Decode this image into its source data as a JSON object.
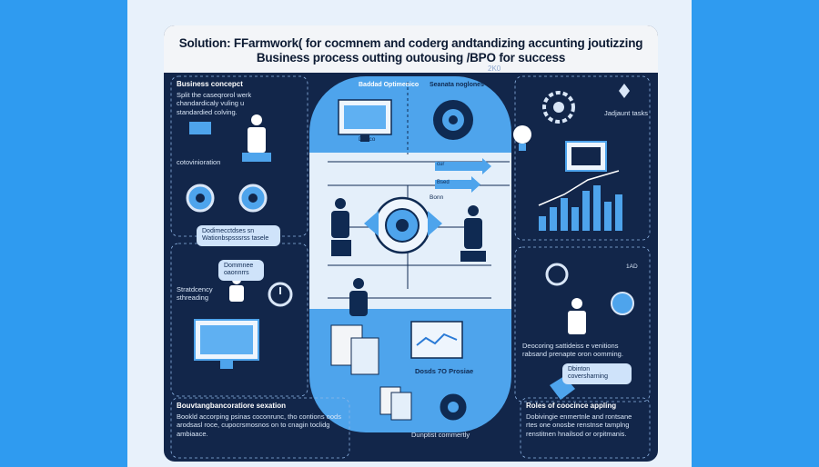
{
  "header": {
    "title": "Solution: FFarmwork( for cocmnem and coderg andtandizing accunting joutizzing",
    "subtitle": "Business process outting outousing /BPO for success",
    "badge": "2K0"
  },
  "labels": {
    "business_concept": "Business concepct",
    "concept_desc": "Split the caseqrorol werk chandardicaly vuling u standardied colving.",
    "coordination": "cotovinioration",
    "process_pill": "Dodimecctdses sn Wationbspsssrss tasele",
    "component_pill": "Dommnee oaonnrrs",
    "efficiency": "Stratdcency sthreading",
    "top_center_left": "Baddad Optimenico",
    "top_center_right": "Seanata noglones",
    "jadjaunt": "Jadjaunt tasks",
    "describe_right": "Deocoring sattideiss e venitions rabsand prenapte oron oomming.",
    "right_pill": "Dbinton coversharning",
    "bottom_center": "Dosds 7O Prosiae",
    "bottom_doc": "Dunptist commertly",
    "bottom_left_title": "Bouvtangbancoratiore sexation",
    "bottom_left_desc": "Bookld accorping psinas coconrunc, tho contions oods arodsasl roce, cupocrsmosnos on to cnagin toclidg ambiaace.",
    "bottom_right_title": "Roles of coocince appling",
    "bottom_right_desc": "Dobivingie enmertnle and rontsane rtes one onosbe renstnse tamplng renstitnen hnailsod or orpitmanis.",
    "small_top": "Dosco",
    "small_mid": "Bonn",
    "small_pill1": "cur",
    "small_pill2": "Bsed",
    "small_right": "1AD"
  },
  "colors": {
    "background": "#2196f3",
    "card": "#12264a",
    "accent": "#4ea4ec",
    "light": "#e4effa"
  }
}
